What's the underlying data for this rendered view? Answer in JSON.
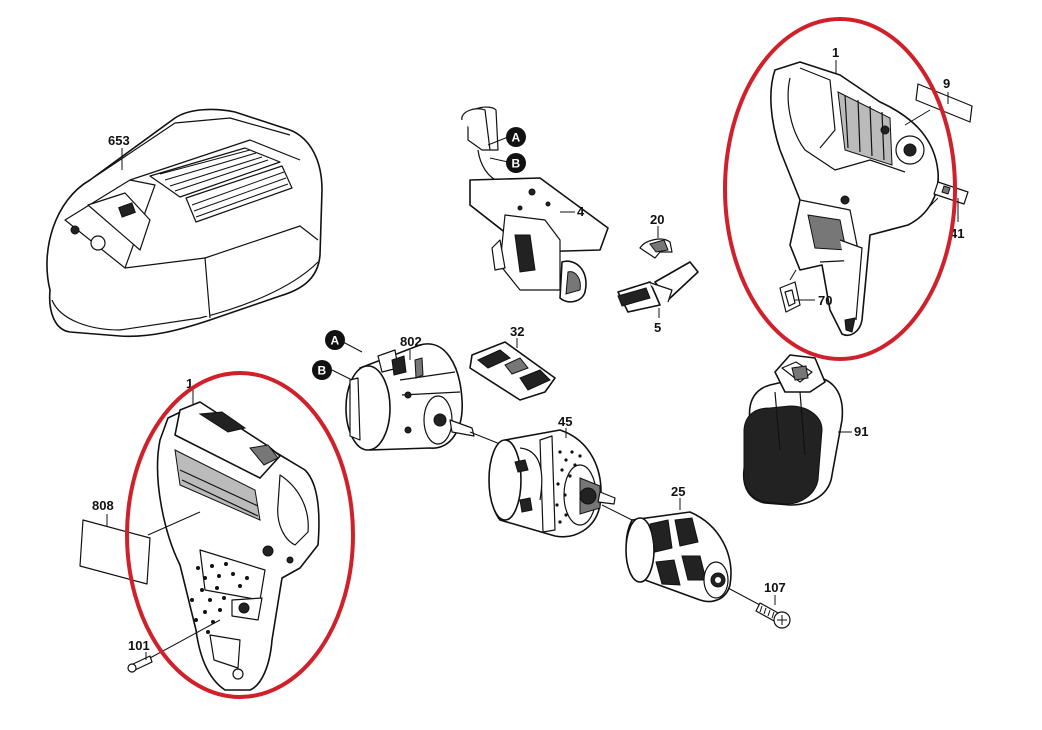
{
  "labels": {
    "charger": "653",
    "switch": "4",
    "marker_a": "A",
    "marker_b": "B",
    "part_20": "20",
    "part_5": "5",
    "housing_right": "1",
    "label_9": "9",
    "part_41": "41",
    "part_70": "70",
    "motor": "802",
    "motor_marker_a": "A",
    "motor_marker_b": "B",
    "part_32": "32",
    "housing_left": "1",
    "label_808": "808",
    "screw_101": "101",
    "gearbox": "45",
    "battery": "91",
    "chuck": "25",
    "screw_107": "107"
  },
  "highlight_color": "#d0202a",
  "line_color": "#111111"
}
